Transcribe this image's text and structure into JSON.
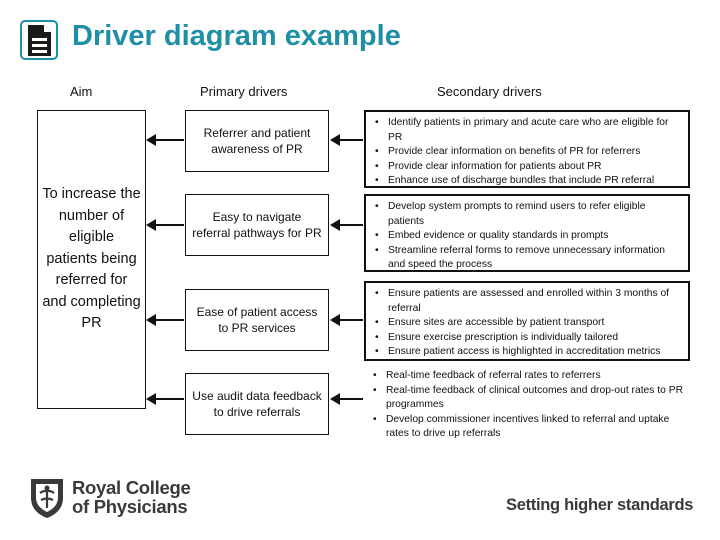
{
  "header": {
    "title": "Driver diagram example",
    "icon": "document-icon",
    "accent_color": "#1f8fa6"
  },
  "columns": {
    "aim": "Aim",
    "primary": "Primary drivers",
    "secondary": "Secondary drivers"
  },
  "aim_text": "To increase the number of eligible patients being referred for and completing PR",
  "rows": [
    {
      "primary": "Referrer and patient awareness of PR",
      "secondary": [
        "Identify patients in primary and acute care who are eligible for PR",
        "Provide clear information on benefits of PR for referrers",
        "Provide clear information for patients about PR",
        "Enhance use of discharge bundles that include PR referral"
      ]
    },
    {
      "primary": "Easy to navigate referral pathways for PR",
      "secondary": [
        "Develop system prompts to remind users to refer eligible patients",
        "Embed evidence or quality standards in prompts",
        "Streamline referral forms to remove unnecessary information and speed the process"
      ]
    },
    {
      "primary": "Ease of patient access to PR services",
      "secondary": [
        "Ensure patients are assessed and enrolled within 3 months of referral",
        "Ensure sites are accessible by patient transport",
        "Ensure exercise prescription is individually tailored",
        "Ensure patient access is highlighted in accreditation metrics"
      ]
    },
    {
      "primary": "Use audit data feedback to drive referrals",
      "secondary": [
        "Real-time feedback of referral rates to referrers",
        "Real-time feedback of clinical outcomes and drop-out rates to PR programmes",
        "Develop commissioner incentives linked to referral and uptake rates to drive up referrals"
      ]
    }
  ],
  "footer": {
    "org_line1": "Royal College",
    "org_line2": "of Physicians",
    "tagline": "Setting higher standards",
    "logo_icon": "crest-icon"
  }
}
